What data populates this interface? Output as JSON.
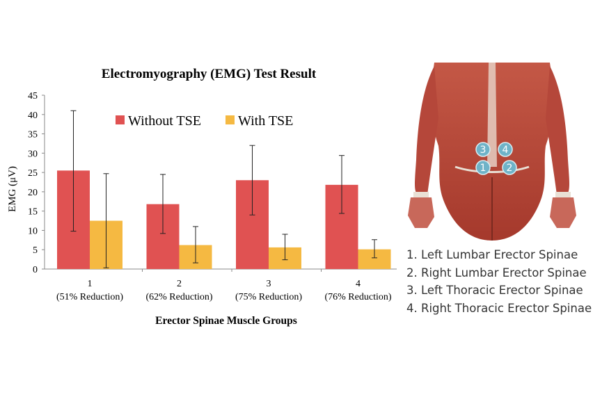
{
  "chart_data": {
    "type": "bar",
    "title": "Electromyography (EMG) Test Result",
    "xlabel": "Erector Spinae Muscle Groups",
    "ylabel": "EMG (μV)",
    "ylim": [
      0,
      45
    ],
    "yticks": [
      0,
      5,
      10,
      15,
      20,
      25,
      30,
      35,
      40,
      45
    ],
    "grid": false,
    "legend_position": "top",
    "categories": [
      "1",
      "2",
      "3",
      "4"
    ],
    "category_sublabels": [
      "(51% Reduction)",
      "(62% Reduction)",
      "(75% Reduction)",
      "(76% Reduction)"
    ],
    "series": [
      {
        "name": "Without TSE",
        "color": "#e05252",
        "values": [
          25.5,
          16.8,
          23.0,
          21.8
        ],
        "error_low": [
          9.8,
          9.2,
          14.0,
          14.4
        ],
        "error_high": [
          41.0,
          24.5,
          32.0,
          29.4
        ]
      },
      {
        "name": "With TSE",
        "color": "#f5b942",
        "values": [
          12.5,
          6.2,
          5.6,
          5.1
        ],
        "error_low": [
          0.3,
          1.6,
          2.4,
          2.9
        ],
        "error_high": [
          24.7,
          11.0,
          9.0,
          7.6
        ]
      }
    ]
  },
  "anatomy": {
    "markers": [
      "1",
      "2",
      "3",
      "4"
    ],
    "marker_color": "#6fb3c8",
    "muscle_color": "#b24a3a"
  },
  "muscle_legend": [
    "1. Left Lumbar Erector Spinae",
    "2. Right Lumbar Erector Spinae",
    "3. Left Thoracic Erector Spinae",
    "4. Right Thoracic Erector Spinae"
  ]
}
